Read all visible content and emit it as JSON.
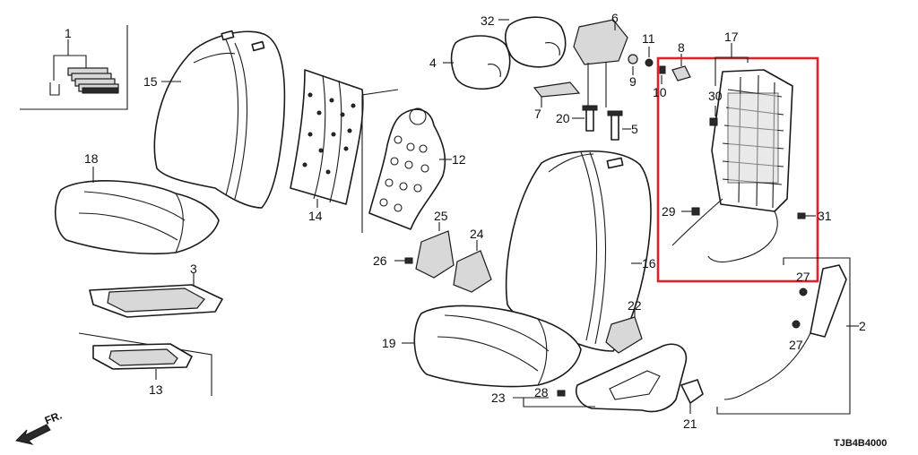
{
  "diagram": {
    "code": "TJB4B4000",
    "front_label": "FR.",
    "highlight_color": "#e0202a",
    "labels": {
      "p1": "1",
      "p2": "2",
      "p3": "3",
      "p4": "4",
      "p5": "5",
      "p6": "6",
      "p7": "7",
      "p8": "8",
      "p9": "9",
      "p10": "10",
      "p11": "11",
      "p12": "12",
      "p13": "13",
      "p14": "14",
      "p15": "15",
      "p16": "16",
      "p17": "17",
      "p18": "18",
      "p19": "19",
      "p20": "20",
      "p21": "21",
      "p22": "22",
      "p23": "23",
      "p24": "24",
      "p25": "25",
      "p26": "26",
      "p27a": "27",
      "p27b": "27",
      "p28": "28",
      "p29": "29",
      "p30": "30",
      "p31": "31",
      "p32": "32"
    }
  }
}
